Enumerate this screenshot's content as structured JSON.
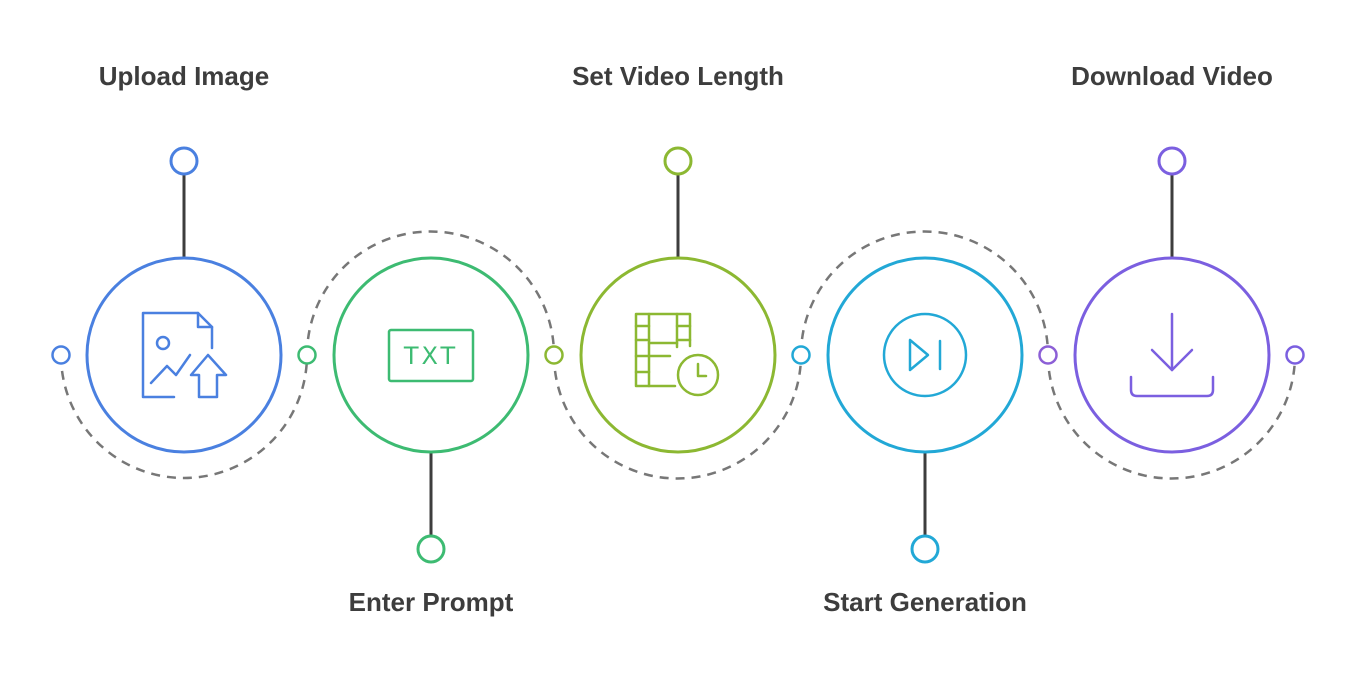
{
  "diagram": {
    "connector_color": "#5a5a5a",
    "steps": [
      {
        "label": "Upload Image",
        "icon": "image-upload-icon",
        "color": "#4a80e0"
      },
      {
        "label": "Enter Prompt",
        "icon": "txt-icon",
        "icon_text": "TXT",
        "color": "#3dbb72"
      },
      {
        "label": "Set Video Length",
        "icon": "film-clock-icon",
        "color": "#8cb832"
      },
      {
        "label": "Start Generation",
        "icon": "play-next-icon",
        "color": "#22a8d6"
      },
      {
        "label": "Download Video",
        "icon": "download-icon",
        "color": "#7b5fe0"
      }
    ]
  }
}
